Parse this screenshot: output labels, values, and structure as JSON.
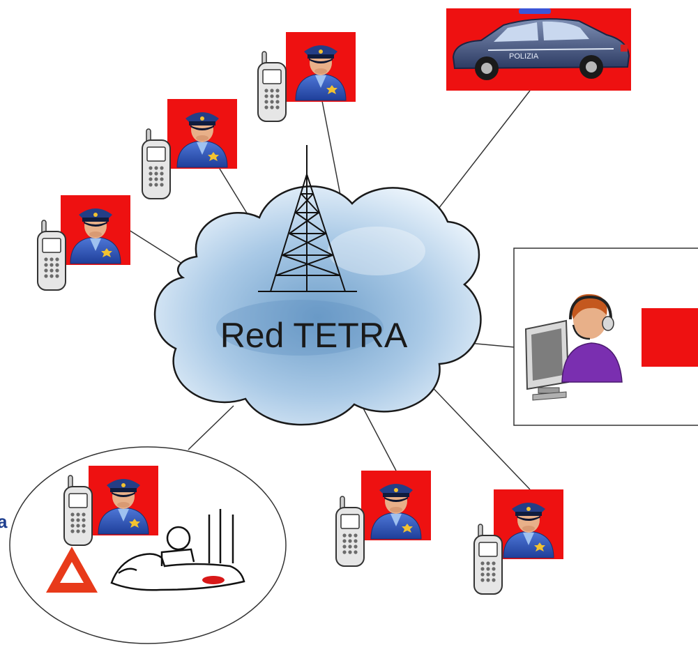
{
  "diagram": {
    "cloud_label": "Red TETRA",
    "stray_label": "a",
    "colors": {
      "background": "#ffffff",
      "tile_red": "#ee1111",
      "cloud_fill": "#cfe3f3",
      "cloud_stroke": "#1a1a1a",
      "link_line": "#333333",
      "officer_uniform": "#2b4fb8",
      "officer_skin": "#e8b089",
      "radio_body": "#e6e6e6",
      "warning_triangle": "#e83a1a",
      "operator_shirt": "#7a2fb0"
    },
    "nodes": [
      {
        "id": "officer-radio-1",
        "icon": "police-officer-with-radio"
      },
      {
        "id": "officer-radio-2",
        "icon": "police-officer-with-radio"
      },
      {
        "id": "officer-radio-3",
        "icon": "police-officer-with-radio"
      },
      {
        "id": "police-car",
        "icon": "police-car"
      },
      {
        "id": "dispatch-operator",
        "icon": "dispatch-operator-at-computer"
      },
      {
        "id": "officer-radio-4",
        "icon": "police-officer-with-radio"
      },
      {
        "id": "officer-radio-5",
        "icon": "police-officer-with-radio"
      },
      {
        "id": "field-group",
        "icon": "officer-at-accident-scene"
      }
    ]
  }
}
